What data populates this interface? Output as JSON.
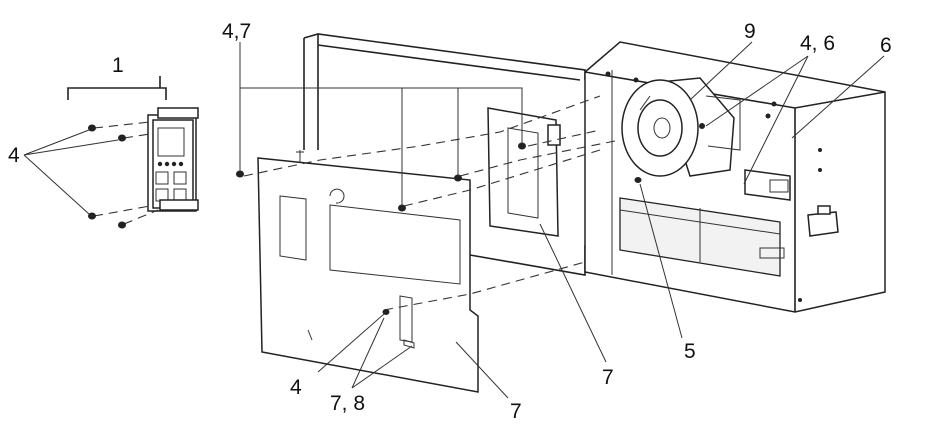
{
  "diagram": {
    "callouts": [
      {
        "id": "c1",
        "text": "1"
      },
      {
        "id": "c4-left",
        "text": "4"
      },
      {
        "id": "c47",
        "text": "4,7"
      },
      {
        "id": "c9",
        "text": "9"
      },
      {
        "id": "c46",
        "text": "4, 6"
      },
      {
        "id": "c6",
        "text": "6"
      },
      {
        "id": "c5",
        "text": "5"
      },
      {
        "id": "c7-right",
        "text": "7"
      },
      {
        "id": "c4-bottom",
        "text": "4"
      },
      {
        "id": "c78",
        "text": "7, 8"
      },
      {
        "id": "c7-bottom",
        "text": "7"
      }
    ]
  }
}
